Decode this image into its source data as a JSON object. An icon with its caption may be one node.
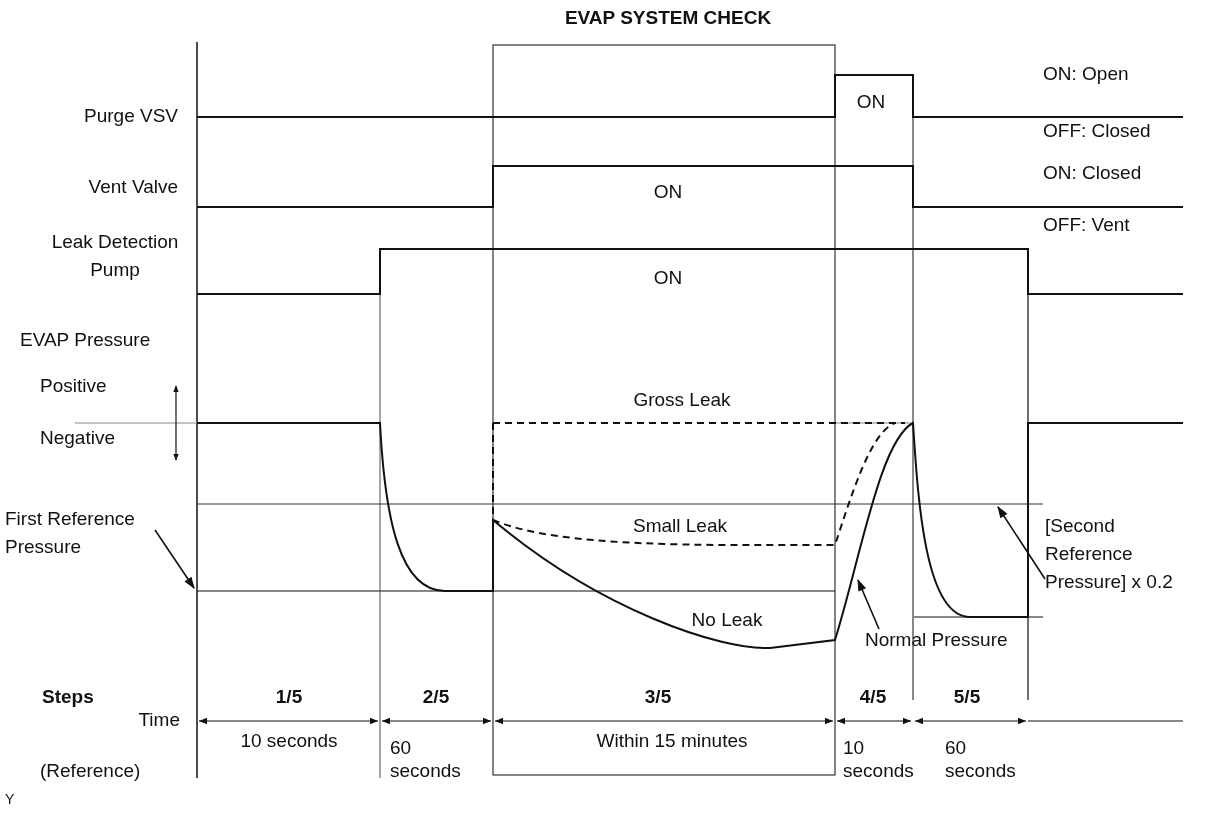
{
  "diagram": {
    "title": "EVAP SYSTEM CHECK",
    "nodes": [
      {
        "text": [
          "First Reference Pressure"
        ]
      },
      {
        "text": [
          "Normal Pressure"
        ]
      },
      {
        "text": [
          "[Second Reference Pressure] x 0.2"
        ]
      }
    ],
    "edges": [
      {
        "from": 0,
        "to": null,
        "arrow": "to"
      },
      {
        "from": 1,
        "to": null,
        "arrow": "to"
      },
      {
        "from": 2,
        "to": null,
        "arrow": "to"
      }
    ],
    "labels": [
      "Purge VSV",
      "ON",
      "ON: Open",
      "OFF: Closed",
      "Vent Valve",
      "ON",
      "ON: Closed",
      "Leak Detection Pump",
      "OFF: Vent",
      "ON",
      "EVAP Pressure",
      "Positive",
      "Gross Leak",
      "Negative",
      "Small Leak",
      "No Leak",
      "Steps",
      "1/5",
      "2/5",
      "3/5",
      "4/5",
      "5/5",
      "Time",
      "10 seconds",
      "60 seconds",
      "Within 15 minutes",
      "10 seconds",
      "60 seconds",
      "(Reference)",
      "Y"
    ]
  }
}
